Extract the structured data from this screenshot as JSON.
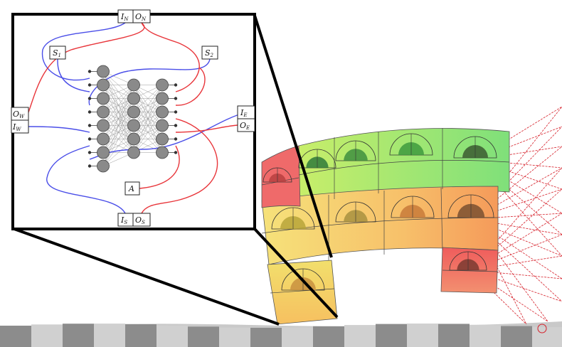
{
  "inset": {
    "labels": {
      "in_north": {
        "main": "I",
        "sub": "N"
      },
      "out_north": {
        "main": "O",
        "sub": "N"
      },
      "sensor_1": {
        "main": "S",
        "sub": "1"
      },
      "sensor_2": {
        "main": "S",
        "sub": "2"
      },
      "out_west": {
        "main": "O",
        "sub": "W"
      },
      "in_west": {
        "main": "I",
        "sub": "W"
      },
      "in_east": {
        "main": "I",
        "sub": "E"
      },
      "out_east": {
        "main": "O",
        "sub": "E"
      },
      "actuator": {
        "main": "A",
        "sub": ""
      },
      "in_south": {
        "main": "I",
        "sub": "S"
      },
      "out_south": {
        "main": "O",
        "sub": "S"
      }
    },
    "network": {
      "layers": [
        8,
        6,
        6
      ]
    },
    "colors": {
      "input_wire": "#4a4ee8",
      "output_wire": "#e8353a",
      "neuron": "#8a8a8a",
      "frame": "#000000"
    }
  },
  "colors": {
    "cell_green": "#6fe07a",
    "cell_green_light": "#9ef08a",
    "cell_orange": "#f6a35a",
    "cell_yellow": "#f2e37a",
    "cell_red": "#ef6a6a",
    "sensor_ray": "#d6202a",
    "ground_dark": "#8c8c8c",
    "ground_light": "#d0d0d0"
  }
}
